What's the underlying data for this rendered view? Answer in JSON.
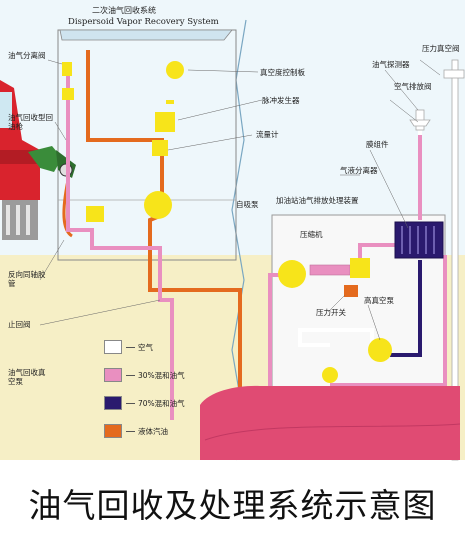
{
  "caption": "油气回收及处理系统示意图",
  "colors": {
    "air": "#ffffff",
    "mix30": "#e98fc0",
    "mix70": "#2a1a6e",
    "liquid": "#e46a1e",
    "yellow": "#f7e41a",
    "groundSand": "#f5eec2",
    "tank": "#e04b73"
  },
  "system": {
    "title_cn": "二次油气回收系统",
    "title_en": "Dispersoid Vapor Recovery System"
  },
  "labels": {
    "vapor_separator_valve": "油气分离阀",
    "vapor_recovery_nozzle": "油气回收型回油枪",
    "vacuum_control_board": "真空度控制板",
    "pulse_generator": "脉冲发生器",
    "flow_meter": "流量计",
    "self_priming_pump": "自吸泵",
    "coaxial_return_hose": "反向同轴胶管",
    "check_valve": "止回阀",
    "vapor_recovery_vacuum_pump": "油气回收真空泵",
    "pressure_vacuum_valve": "压力真空阀",
    "vapor_detector": "油气探测器",
    "air_exhaust_valve": "空气排放阀",
    "membrane_module": "膜组件",
    "vapor_separator": "气液分离器",
    "treatment_unit": "加油站油气排放处理装置",
    "compressor": "压缩机",
    "pressure_switch": "压力开关",
    "high_vacuum_pump": "高真空泵"
  },
  "legend": [
    {
      "key": "air",
      "label": "空气"
    },
    {
      "key": "mix30",
      "label": "30%混和油气"
    },
    {
      "key": "mix70",
      "label": "70%混和油气"
    },
    {
      "key": "liquid",
      "label": "液体汽油"
    }
  ]
}
